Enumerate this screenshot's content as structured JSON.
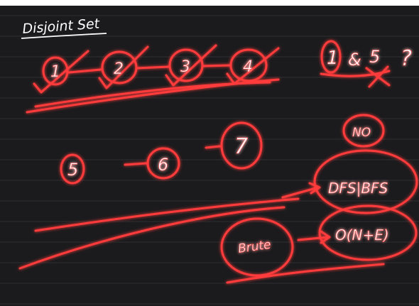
{
  "heading": "Disjoint Set",
  "top_nodes": [
    "1",
    "2",
    "3",
    "4"
  ],
  "question": {
    "first": "1",
    "middle": "&",
    "last": "5",
    "mark": "?"
  },
  "answer": "NO",
  "bottom_nodes": [
    "5",
    "6",
    "7"
  ],
  "labels": {
    "dfs_bfs": "DFS|BFS",
    "brute": "Brute",
    "complexity": "O(N+E)"
  },
  "colors": {
    "ink": "#ff3b3b",
    "glow": "#ff0000",
    "board": "#1b1b1d",
    "rule": "#2f2f33",
    "chalk": "#ffffff"
  }
}
